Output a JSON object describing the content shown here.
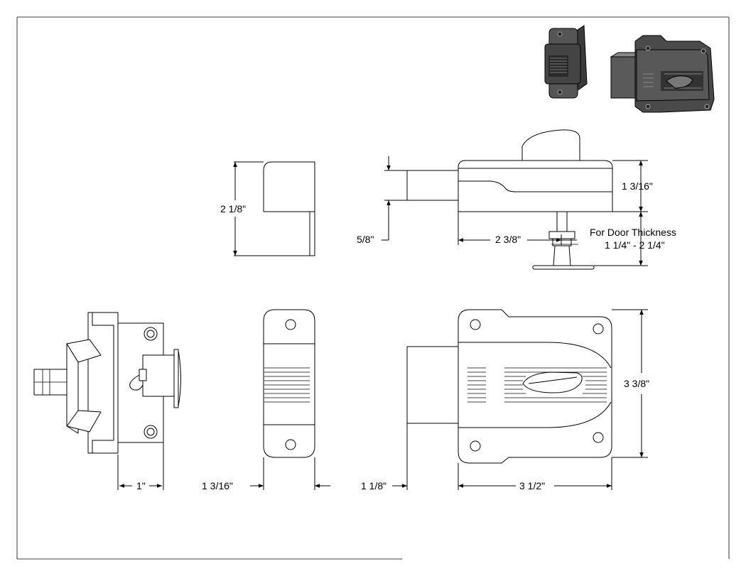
{
  "dimensions": {
    "side_height": "2 1/8\"",
    "top_height": "1 3/16\"",
    "bolt_offset": "5/8\"",
    "top_length": "2 3/8\"",
    "door_thickness_line1": "For Door Thickness",
    "door_thickness_line2": "1 1/4\" - 2 1/4\"",
    "left_width": "1\"",
    "strike_width": "1 3/16\"",
    "bolt_length": "1 1/8\"",
    "front_width": "3 1/2\"",
    "front_height": "3 3/8\""
  }
}
